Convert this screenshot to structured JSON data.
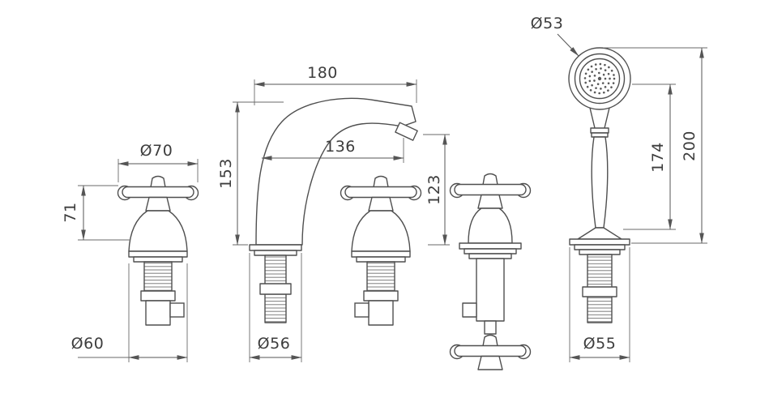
{
  "drawing": {
    "left_valve": {
      "handle_diameter": "Ø70",
      "handle_height": "71",
      "base_diameter": "Ø60"
    },
    "spout": {
      "reach": "180",
      "height": "153",
      "outlet_offset": "136",
      "outlet_height": "123",
      "base_diameter": "Ø56"
    },
    "handshower": {
      "head_diameter": "Ø53",
      "handle_height": "174",
      "total_height": "200",
      "base_diameter": "Ø55"
    }
  }
}
